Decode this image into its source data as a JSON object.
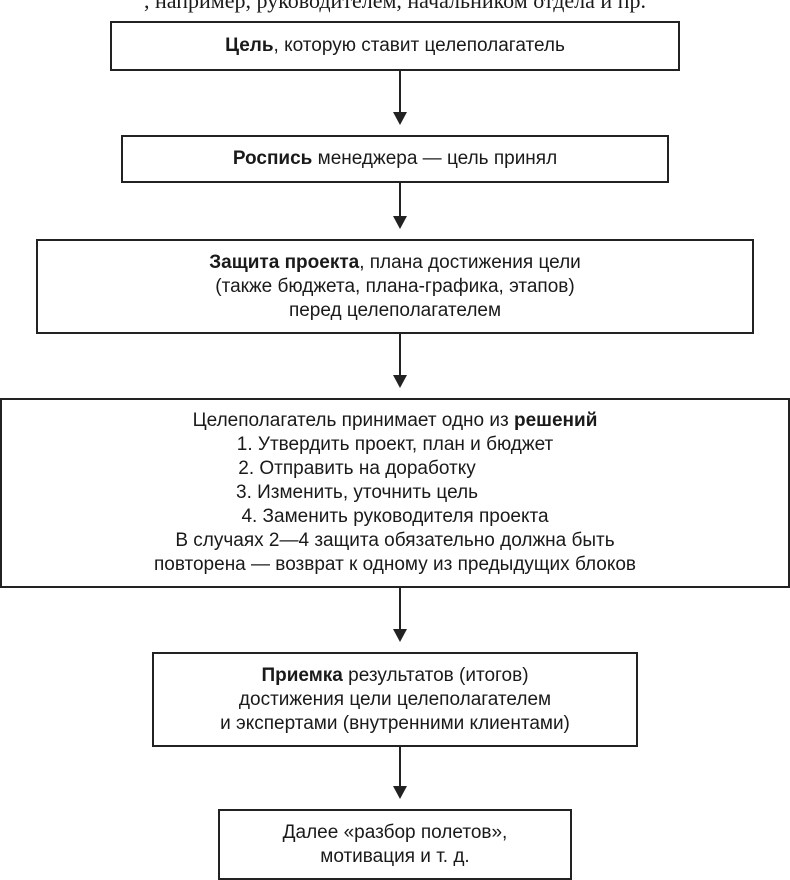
{
  "header_fragment": ", например, руководителем, начальником отдела и пр.",
  "blocks": {
    "goal": {
      "bold": "Цель",
      "rest": ", которую ставит целеполагатель"
    },
    "signature": {
      "bold": "Роспись",
      "rest": " менеджера — цель принял"
    },
    "defense": {
      "bold": "Защита проекта",
      "rest": ", плана достижения цели",
      "line2": "(также бюджета, плана-графика, этапов)",
      "line3": "перед целеполагателем"
    },
    "decision": {
      "intro": "Целеполагатель принимает одно из ",
      "intro_bold": "решений",
      "options": [
        "1. Утвердить проект, план и бюджет",
        "2. Отправить на доработку",
        "3. Изменить, уточнить цель",
        "4. Заменить руководителя проекта"
      ],
      "note_line1": "В случаях 2—4 защита обязательно должна быть",
      "note_line2": "повторена — возврат к одному из предыдущих блоков"
    },
    "acceptance": {
      "bold": "Приемка",
      "rest": " результатов (итогов)",
      "line2": "достижения цели целеполагателем",
      "line3": "и экспертами (внутренними клиентами)"
    },
    "debrief": {
      "line1": "Далее «разбор полетов»,",
      "line2": "мотивация и т. д."
    }
  }
}
